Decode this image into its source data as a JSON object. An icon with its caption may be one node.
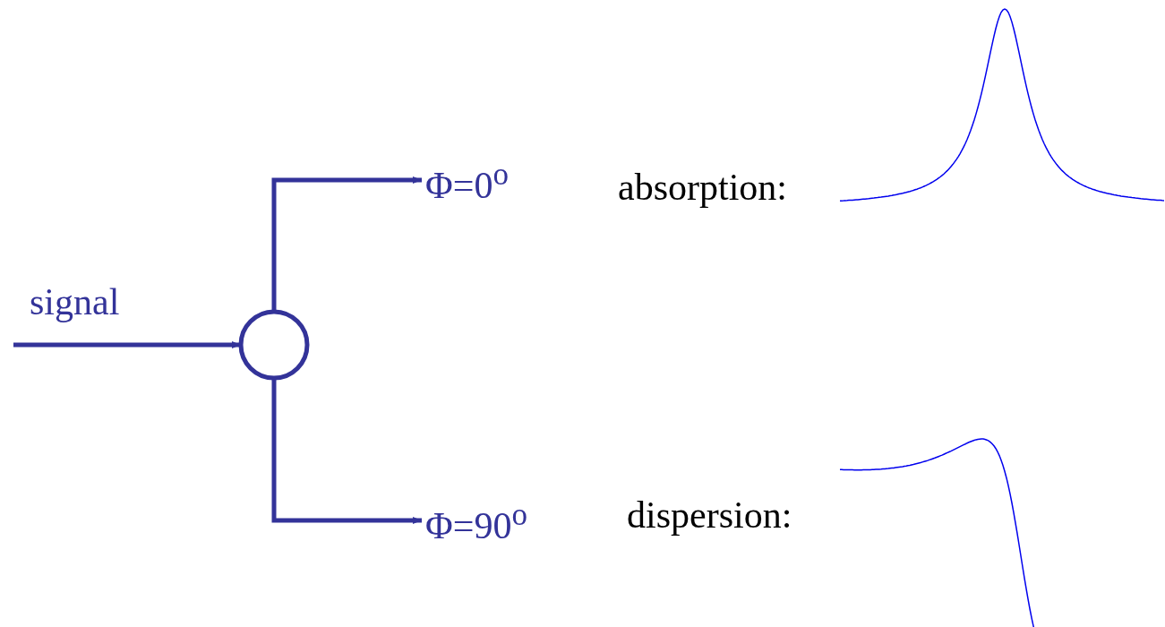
{
  "diagram": {
    "nodes": [
      {
        "text": [],
        "shape": "circle"
      },
      {
        "text": [
          "Φ=0$^{o}$"
        ]
      },
      {
        "text": [
          "Φ=90$^{o}$"
        ]
      }
    ],
    "edges": [
      {
        "from": null,
        "to": 0,
        "arrow": "to",
        "label": "signal"
      },
      {
        "from": 0,
        "to": 1,
        "arrow": "to"
      },
      {
        "from": 0,
        "to": 2,
        "arrow": "to"
      }
    ],
    "labels": [
      "absorption:",
      "dispersion:"
    ]
  }
}
